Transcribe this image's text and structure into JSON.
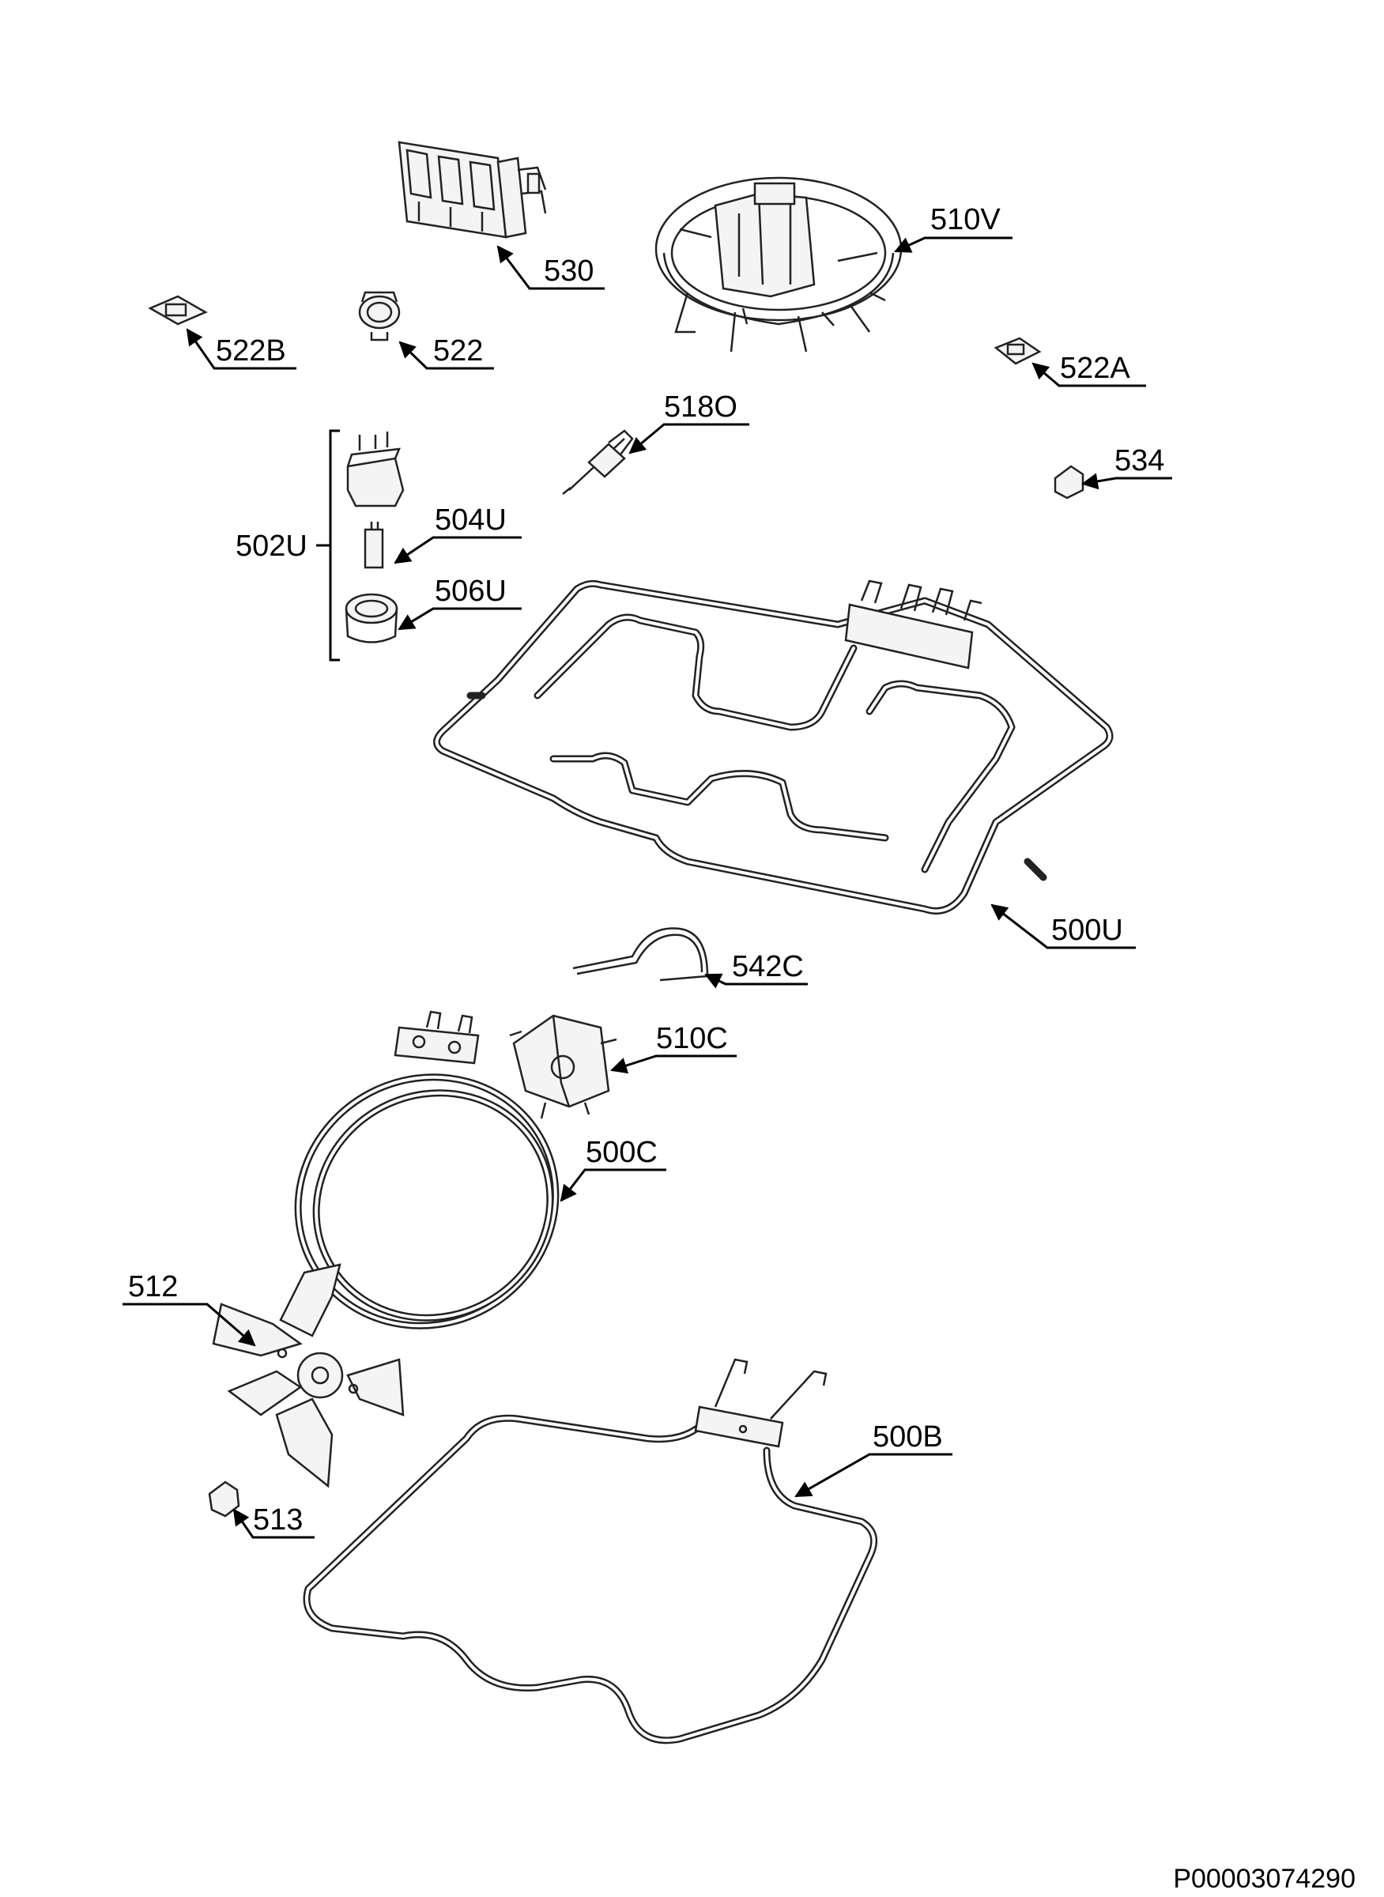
{
  "labels": {
    "l510V": "510V",
    "l530": "530",
    "l522B": "522B",
    "l522": "522",
    "l522A": "522A",
    "l518O": "518O",
    "l534": "534",
    "l502U": "502U",
    "l504U": "504U",
    "l506U": "506U",
    "l500U": "500U",
    "l542C": "542C",
    "l510C": "510C",
    "l500C": "500C",
    "l512": "512",
    "l500B": "500B",
    "l513": "513"
  },
  "document_code": "P00003074290"
}
